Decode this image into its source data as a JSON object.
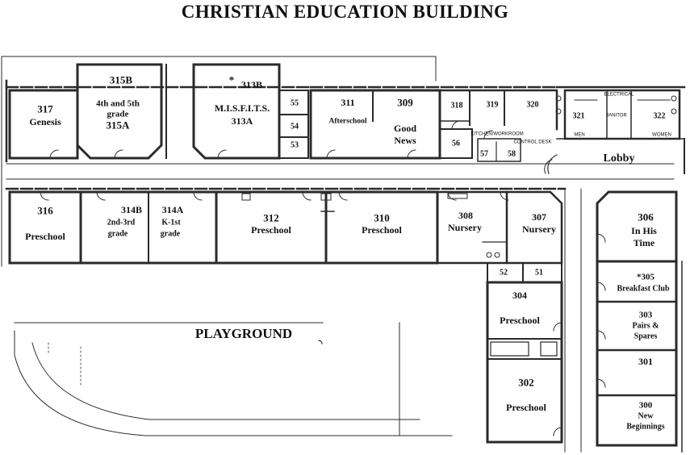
{
  "title": "CHRISTIAN EDUCATION BUILDING",
  "areas": {
    "lobby": "Lobby",
    "playground": "PLAYGROUND"
  },
  "rooms": {
    "r317": {
      "num": "317",
      "name": "Genesis"
    },
    "r315b": {
      "num": "315B",
      "line1": "4th and 5th",
      "line2": "grade",
      "sub": "315A"
    },
    "r313b": {
      "star": "*",
      "num": "313B",
      "name": "M.I.S.F.I.T.S.",
      "sub": "313A"
    },
    "r55": "55",
    "r54": "54",
    "r53": "53",
    "r311": {
      "num": "311",
      "name": "Afterschool"
    },
    "r309": {
      "num": "309",
      "line1": "Good",
      "line2": "News"
    },
    "r318": "318",
    "r319": "319",
    "r320": "320",
    "r56": "56",
    "r57": "57",
    "r58": "58",
    "r321": "321",
    "r322": "322",
    "small_labels": {
      "kitchen": "KITCHEN/WORKROOM",
      "control": "CONTROL DESK",
      "electrical": "ELECTRICAL",
      "janitor": "JANITOR",
      "men": "MEN",
      "women": "WOMEN"
    },
    "r316": {
      "num": "316",
      "name": "Preschool"
    },
    "r314b": {
      "num": "314B",
      "line1": "2nd-3rd",
      "line2": "grade"
    },
    "r314a": {
      "num": "314A",
      "line1": "K-1st",
      "line2": "grade"
    },
    "r312": {
      "num": "312",
      "name": "Preschool"
    },
    "r310": {
      "num": "310",
      "name": "Preschool"
    },
    "r308": {
      "num": "308",
      "name": "Nursery"
    },
    "r307": {
      "num": "307",
      "name": "Nursery"
    },
    "r306": {
      "num": "306",
      "line1": "In His",
      "line2": "Time"
    },
    "r52": "52",
    "r51": "51",
    "r305": {
      "num": "*305",
      "name": "Breakfast Club"
    },
    "r304": {
      "num": "304",
      "name": "Preschool"
    },
    "r303": {
      "num": "303",
      "line1": "Pairs &",
      "line2": "Spares"
    },
    "r302": {
      "num": "302",
      "name": "Preschool"
    },
    "r301": {
      "num": "301"
    },
    "r300": {
      "num": "300",
      "line1": "New",
      "line2": "Beginnings"
    }
  }
}
